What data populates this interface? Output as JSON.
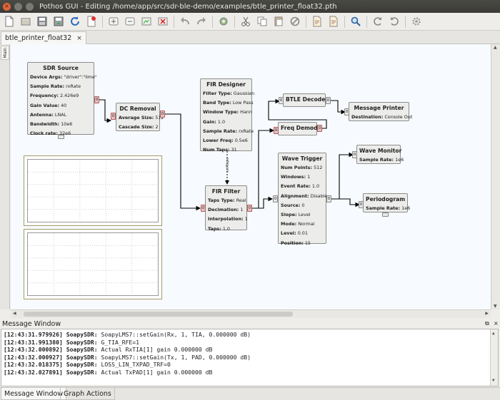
{
  "window": {
    "title": "Pothos GUI - Editing /home/app/src/sdr-ble-demo/examples/btle_printer_float32.pth"
  },
  "toolbar": {
    "icons": [
      "new-icon",
      "open-icon",
      "save-icon",
      "save-as-icon",
      "reload-icon",
      "pdf-icon",
      "zoom-in-icon",
      "zoom-out-icon",
      "zoom-original-icon",
      "cancel-icon",
      "undo-icon",
      "redo-icon",
      "activate-icon",
      "cut-icon",
      "copy-icon",
      "paste-icon",
      "delete-icon",
      "properties-icon",
      "find-icon",
      "rotate-left-icon",
      "rotate-right-icon",
      "settings-icon"
    ]
  },
  "tabs": {
    "document_tab": "btle_printer_float32",
    "close_glyph": "×",
    "side_tab": "Main"
  },
  "blocks": {
    "sdr_source": {
      "title": "SDR Source",
      "props": [
        {
          "k": "Device Args:",
          "v": "\"driver\":\"lime\""
        },
        {
          "k": "Sample Rate:",
          "v": "rxRate"
        },
        {
          "k": "Frequency:",
          "v": "2.426e9"
        },
        {
          "k": "Gain Value:",
          "v": "40"
        },
        {
          "k": "Antenna:",
          "v": "LNAL"
        },
        {
          "k": "Bandwidth:",
          "v": "10e6"
        },
        {
          "k": "Clock rate:",
          "v": "32e6"
        }
      ]
    },
    "dc_removal": {
      "title": "DC Removal",
      "props": [
        {
          "k": "Average Size:",
          "v": "512"
        },
        {
          "k": "Cascade Size:",
          "v": "2"
        }
      ]
    },
    "fir_designer": {
      "title": "FIR Designer",
      "props": [
        {
          "k": "Filter Type:",
          "v": "Gaussian"
        },
        {
          "k": "Band Type:",
          "v": "Low Pass"
        },
        {
          "k": "Window Type:",
          "v": "Hann"
        },
        {
          "k": "Gain:",
          "v": "1.0"
        },
        {
          "k": "Sample Rate:",
          "v": "rxRate"
        },
        {
          "k": "Lower Freq:",
          "v": "0.5e6"
        },
        {
          "k": "Num Taps:",
          "v": "31"
        }
      ]
    },
    "fir_filter": {
      "title": "FIR Filter",
      "props": [
        {
          "k": "Taps Type:",
          "v": "Real"
        },
        {
          "k": "Decimation:",
          "v": "1"
        },
        {
          "k": "Interpolation:",
          "v": "1"
        },
        {
          "k": "Taps:",
          "v": "1.0"
        }
      ]
    },
    "btle_decoder": {
      "title": "BTLE Decoder"
    },
    "message_printer": {
      "title": "Message Printer",
      "props": [
        {
          "k": "Destination:",
          "v": "Console Out"
        }
      ]
    },
    "freq_demod": {
      "title": "Freq Demod"
    },
    "wave_trigger": {
      "title": "Wave Trigger",
      "props": [
        {
          "k": "Num Points:",
          "v": "512"
        },
        {
          "k": "Windows:",
          "v": "1"
        },
        {
          "k": "Event Rate:",
          "v": "1.0"
        },
        {
          "k": "Alignment:",
          "v": "Disable"
        },
        {
          "k": "Source:",
          "v": "0"
        },
        {
          "k": "Slope:",
          "v": "Level"
        },
        {
          "k": "Mode:",
          "v": "Normal"
        },
        {
          "k": "Level:",
          "v": "0.01"
        },
        {
          "k": "Position:",
          "v": "15"
        }
      ]
    },
    "wave_monitor": {
      "title": "Wave Monitor",
      "props": [
        {
          "k": "Sample Rate:",
          "v": "1e6"
        }
      ]
    },
    "periodogram": {
      "title": "Periodogram",
      "props": [
        {
          "k": "Sample Rate:",
          "v": "1e6"
        }
      ]
    }
  },
  "ports": {
    "zero": "0",
    "fir_taps_label": "setTaps"
  },
  "message_window": {
    "title": "Message Window",
    "lines": [
      {
        "time": "[12:43:31.979926]",
        "src": "SoapySDR:",
        "msg": "SoapyLMS7::setGain(Rx, 1, TIA, 0.000000 dB)"
      },
      {
        "time": "[12:43:31.991380]",
        "src": "SoapySDR:",
        "msg": "G_TIA_RFE=1"
      },
      {
        "time": "[12:43:32.000892]",
        "src": "SoapySDR:",
        "msg": "Actual RxTIA[1] gain 0.000000 dB"
      },
      {
        "time": "[12:43:32.000927]",
        "src": "SoapySDR:",
        "msg": "SoapyLMS7::setGain(Tx, 1, PAD, 0.000000 dB)"
      },
      {
        "time": "[12:43:32.018375]",
        "src": "SoapySDR:",
        "msg": "LOSS_LIN_TXPAD_TRF=0"
      },
      {
        "time": "[12:43:32.027891]",
        "src": "SoapySDR:",
        "msg": "Actual TxPAD[1] gain 0.000000 dB"
      }
    ]
  },
  "bottom_tabs": [
    {
      "label": "Message Window"
    },
    {
      "label": "Graph Actions"
    }
  ]
}
